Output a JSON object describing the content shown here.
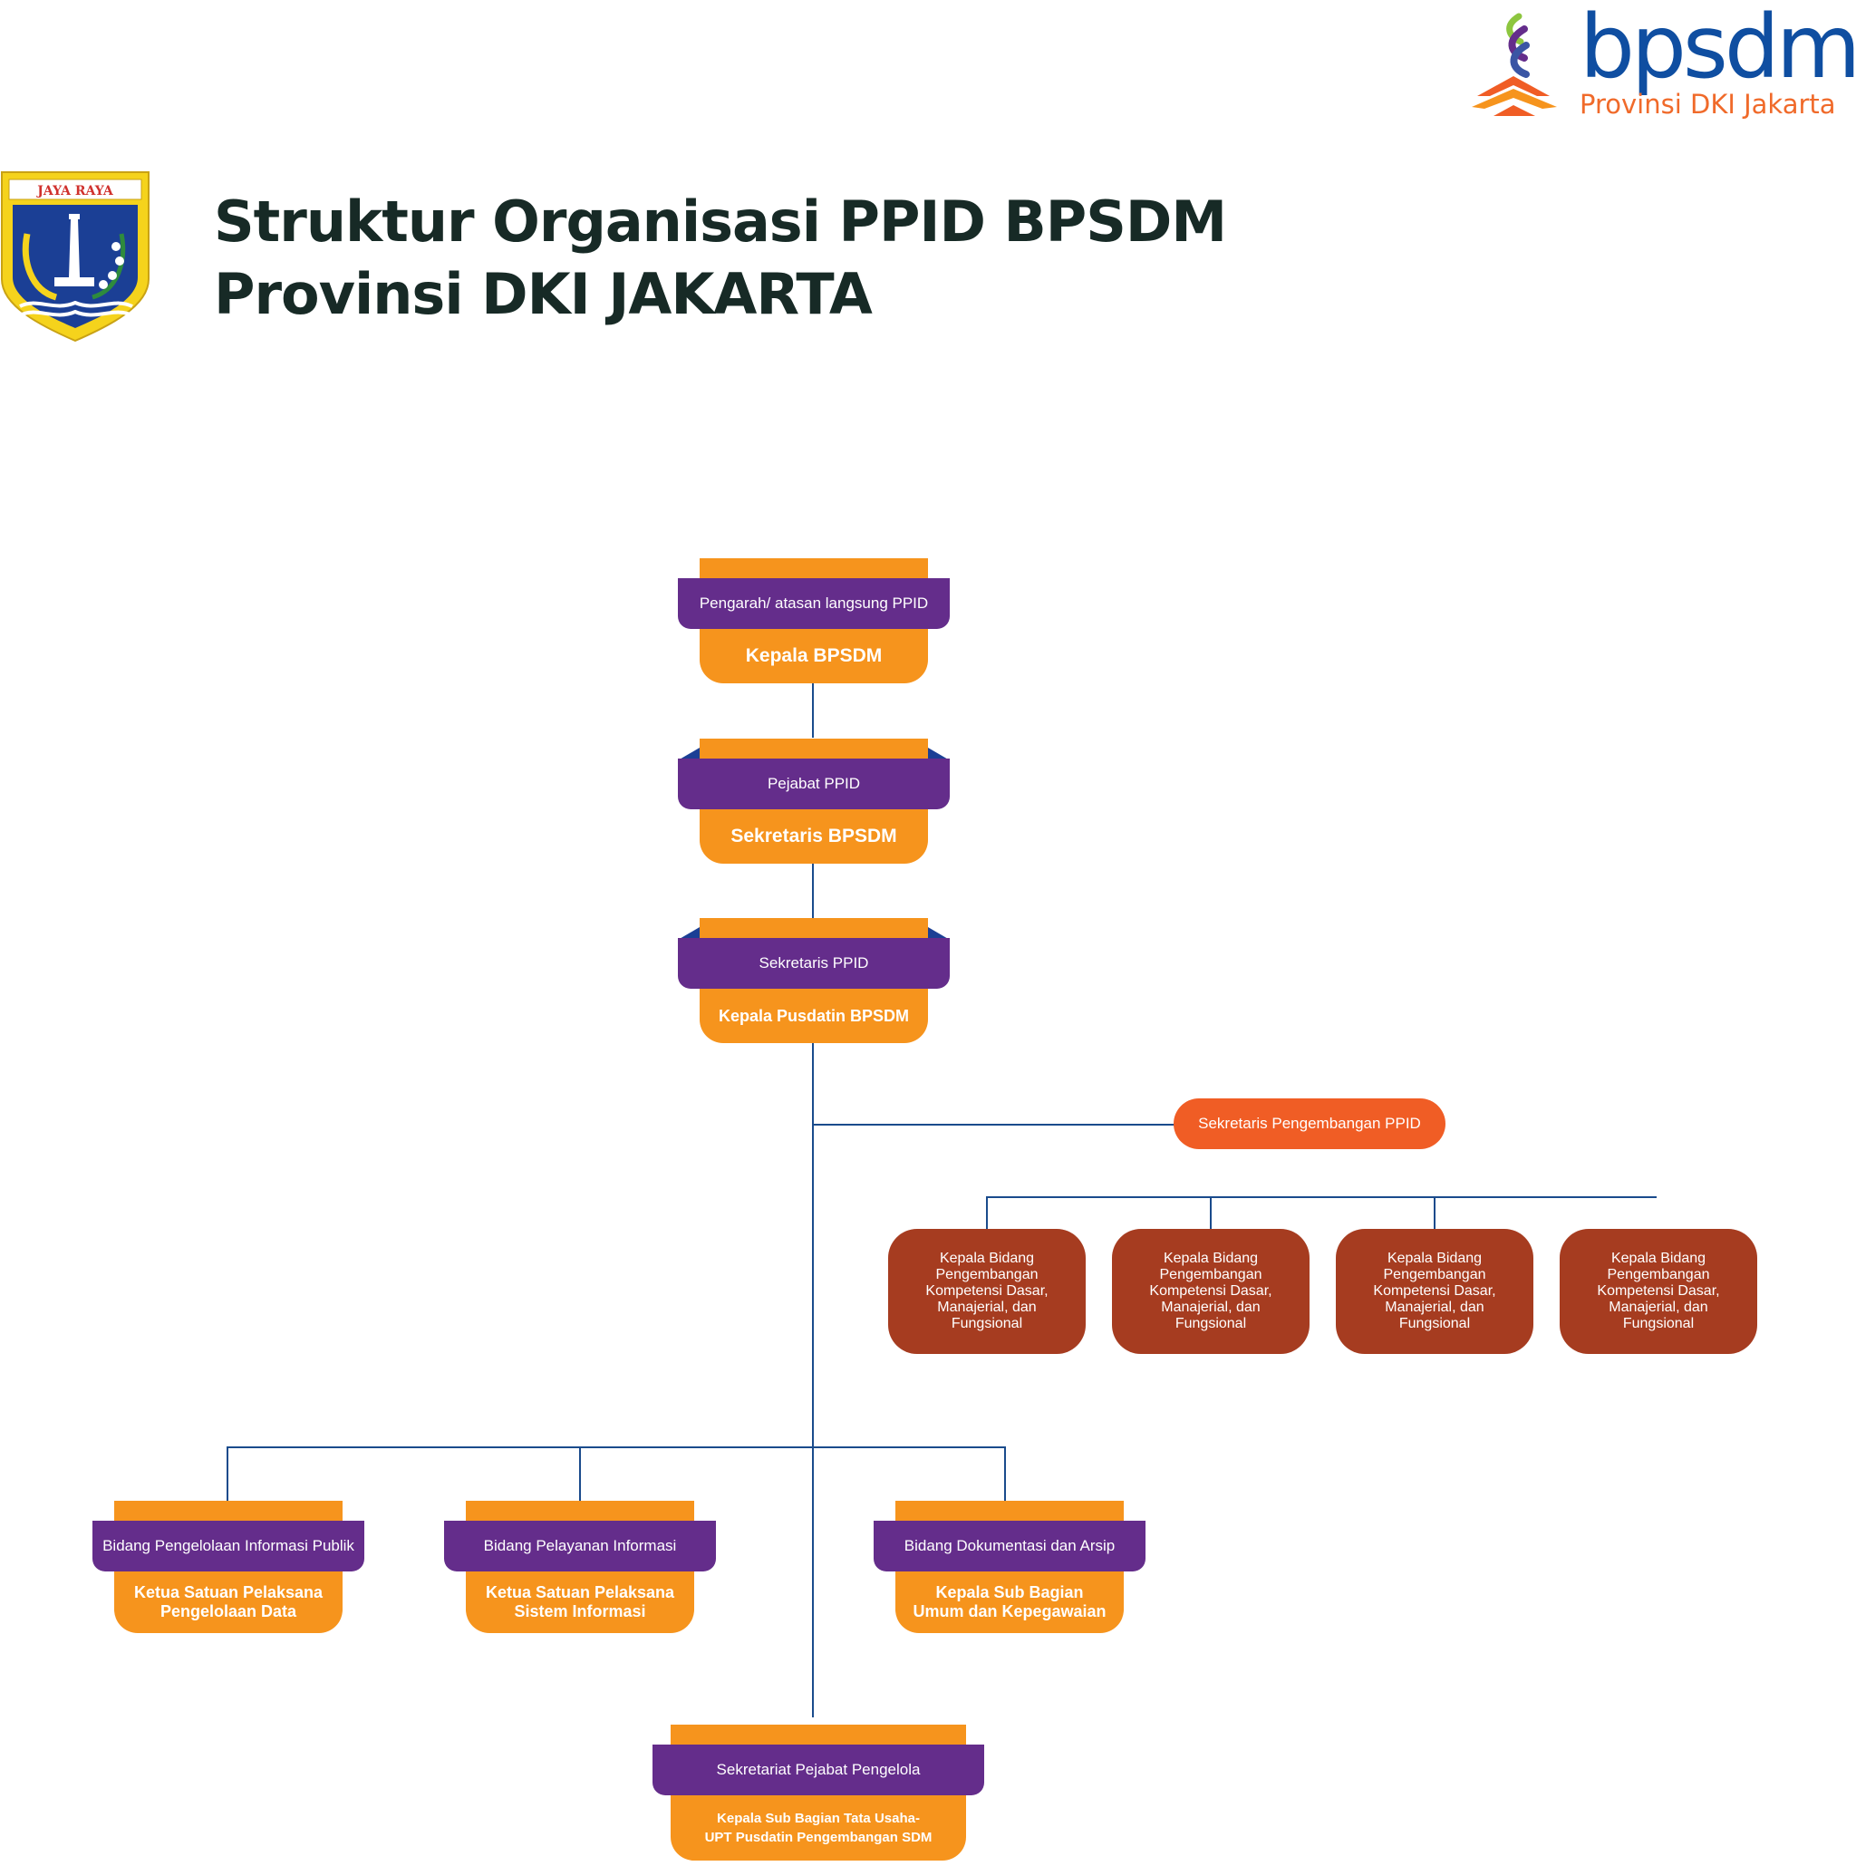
{
  "header": {
    "title_line1": "Struktur Organisasi PPID BPSDM",
    "title_line2": "Provinsi DKI JAKARTA"
  },
  "brand": {
    "name": "bpsdm",
    "region": "Provinsi DKI Jakarta",
    "crest_motto": "JAYA RAYA"
  },
  "colors": {
    "orange": "#f6941d",
    "purple": "#642d8b",
    "red_orange": "#f05d25",
    "brown": "#a63c20",
    "line": "#1a4b8c"
  },
  "nodes": {
    "kepala": {
      "role": "Pengarah/ atasan langsung PPID",
      "name": "Kepala BPSDM"
    },
    "pejabat": {
      "role": "Pejabat PPID",
      "name": "Sekretaris BPSDM"
    },
    "sekretaris": {
      "role": "Sekretaris PPID",
      "name": "Kepala Pusdatin BPSDM"
    },
    "pengembangan": {
      "label": "Sekretaris Pengembangan PPID"
    },
    "kepala_bidang": [
      {
        "label": "Kepala Bidang Pengembangan Kompetensi Dasar, Manajerial, dan Fungsional"
      },
      {
        "label": "Kepala Bidang Pengembangan Kompetensi Dasar, Manajerial, dan Fungsional"
      },
      {
        "label": "Kepala Bidang Pengembangan Kompetensi Dasar, Manajerial, dan Fungsional"
      },
      {
        "label": "Kepala Bidang Pengembangan Kompetensi Dasar, Manajerial, dan Fungsional"
      }
    ],
    "bidang": [
      {
        "role": "Bidang Pengelolaan Informasi Publik",
        "name1": "Ketua Satuan Pelaksana",
        "name2": "Pengelolaan Data"
      },
      {
        "role": "Bidang Pelayanan Informasi",
        "name1": "Ketua Satuan Pelaksana",
        "name2": "Sistem Informasi"
      },
      {
        "role": "Bidang Dokumentasi dan Arsip",
        "name1": "Kepala Sub Bagian",
        "name2": "Umum dan Kepegawaian"
      }
    ],
    "sekretariat": {
      "role": "Sekretariat Pejabat Pengelola",
      "name1": "Kepala Sub Bagian Tata Usaha-",
      "name2": "UPT Pusdatin Pengembangan SDM"
    }
  }
}
